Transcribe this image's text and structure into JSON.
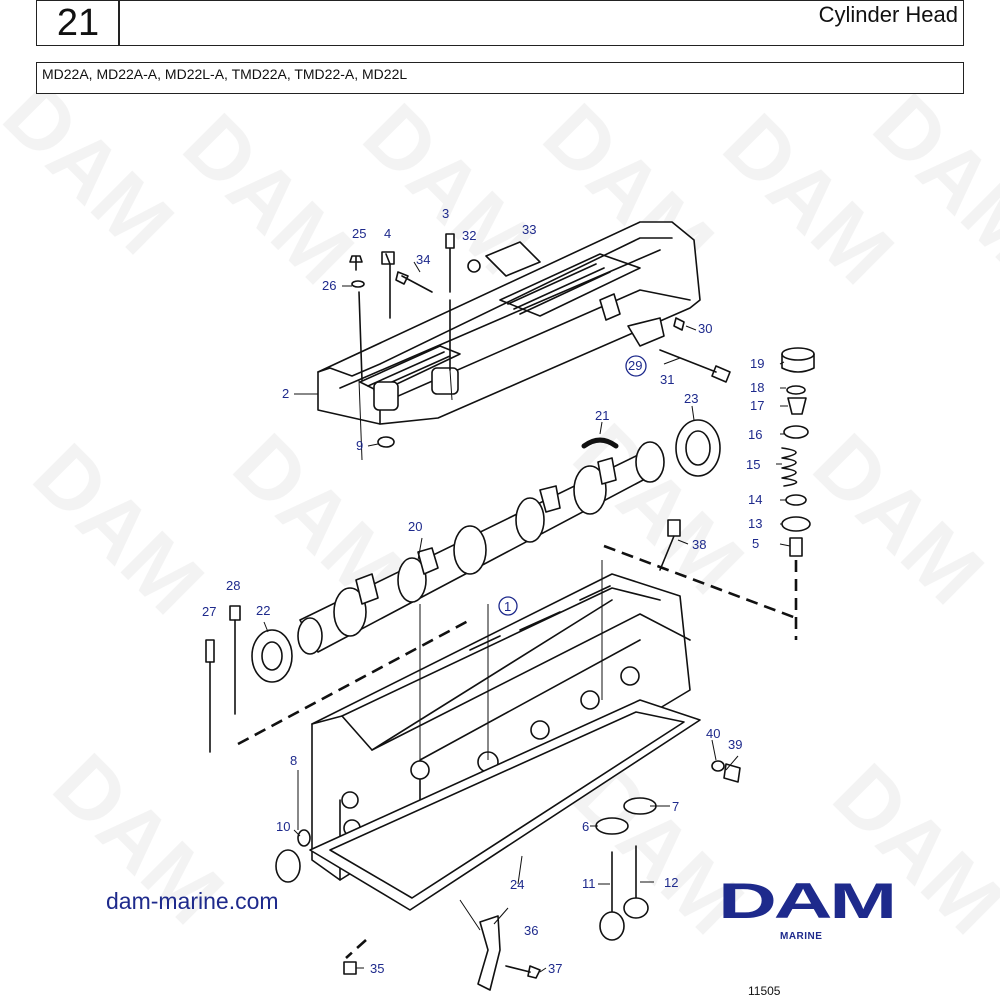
{
  "header": {
    "page_number": "21",
    "title": "Cylinder Head",
    "models": "MD22A, MD22A-A, MD22L-A, TMD22A, TMD22-A, MD22L"
  },
  "watermark": {
    "text": "DAM"
  },
  "labels": [
    "1",
    "2",
    "3",
    "4",
    "5",
    "6",
    "7",
    "8",
    "9",
    "10",
    "11",
    "12",
    "13",
    "14",
    "15",
    "16",
    "17",
    "18",
    "19",
    "20",
    "21",
    "22",
    "23",
    "24",
    "25",
    "26",
    "27",
    "28",
    "29",
    "30",
    "31",
    "32",
    "33",
    "34",
    "35",
    "36",
    "37",
    "38",
    "39",
    "40"
  ],
  "footer": {
    "website": "dam-marine.com",
    "logo_text": "DAM",
    "logo_subtext": "MARINE",
    "drawing_number": "11505"
  },
  "colors": {
    "label_blue": "#1e2a8c",
    "line": "#111111"
  }
}
